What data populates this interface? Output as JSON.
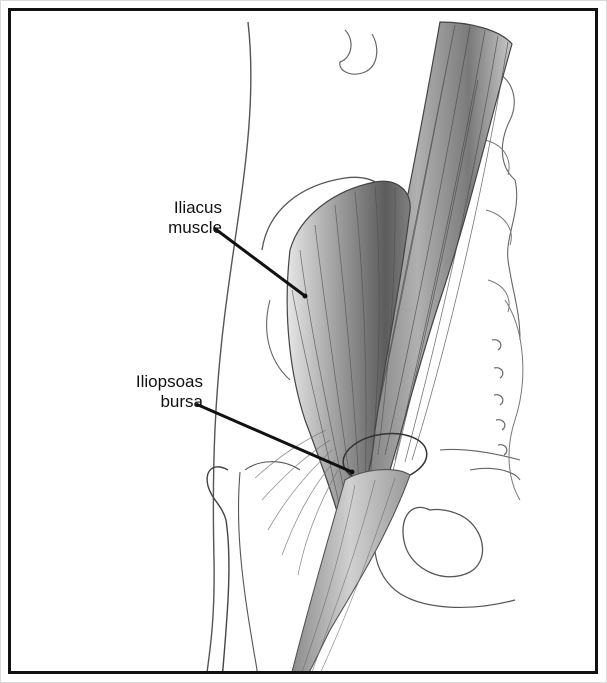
{
  "labels": {
    "iliacus": {
      "line1": "Iliacus",
      "line2": "muscle"
    },
    "bursa": {
      "line1": "Iliopsoas",
      "line2": "bursa"
    }
  },
  "colors": {
    "line": "#111111",
    "muscle_dark": "#5a5a5a",
    "muscle_mid": "#9a9a9a",
    "muscle_light": "#d6d6d6",
    "outline": "#444444"
  }
}
